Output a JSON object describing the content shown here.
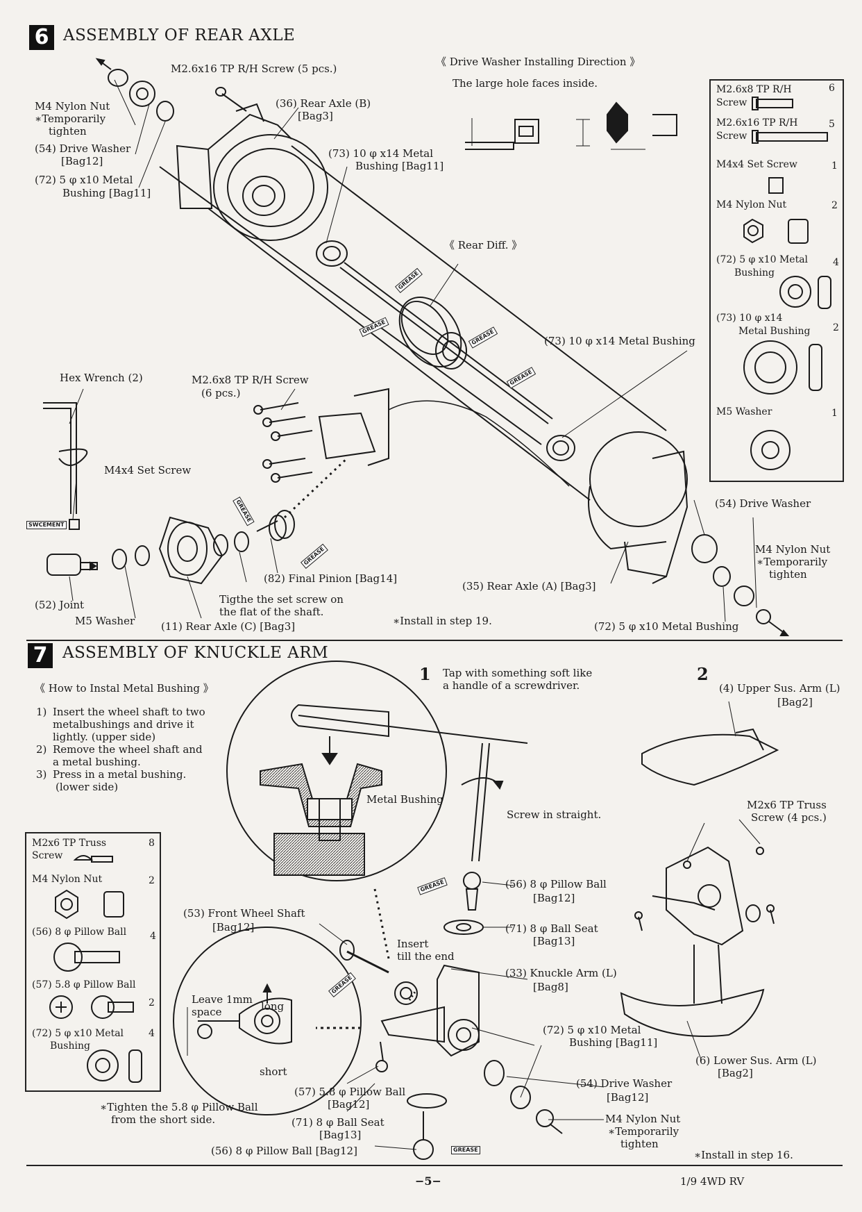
{
  "section6": {
    "number": "6",
    "title": "ASSEMBLY OF REAR AXLE",
    "direction_title": "《 Drive Washer Installing Direction 》",
    "direction_text": "The large hole faces inside.",
    "labels": {
      "m26x16": "M2.6x16 TP R/H Screw (5 pcs.)",
      "m4nut_1": "M4 Nylon Nut",
      "m4nut_2": "∗Temporarily",
      "m4nut_3": "tighten",
      "p54_1": "(54) Drive Washer",
      "p54_2": "[Bag12]",
      "p72_1": "(72) 5 φ x10 Metal",
      "p72_2": "Bushing [Bag11]",
      "p36_1": "(36) Rear Axle (B)",
      "p36_2": "[Bag3]",
      "p73a_1": "(73) 10 φ x14 Metal",
      "p73a_2": "Bushing [Bag11]",
      "rear_diff": "《 Rear Diff. 》",
      "p73b": "(73) 10 φ x14 Metal Bushing",
      "hex": "Hex Wrench (2)",
      "m26x8_1": "M2.6x8 TP R/H Screw",
      "m26x8_2": "(6 pcs.)",
      "setscrew": "M4x4 Set Screw",
      "p52": "(52) Joint",
      "m5washer": "M5 Washer",
      "p11": "(11) Rear Axle (C) [Bag3]",
      "p82": "(82) Final Pinion [Bag14]",
      "tighten_1": "Tigthe the set screw on",
      "tighten_2": "the flat of the shaft.",
      "p35": "(35) Rear Axle (A) [Bag3]",
      "install": "∗Install in step 19.",
      "p54b": "(54) Drive Washer",
      "m4nutb_1": "M4 Nylon Nut",
      "m4nutb_2": "∗Temporarily",
      "m4nutb_3": "tighten",
      "p72b": "(72) 5 φ x10 Metal Bushing"
    },
    "parts_box": [
      {
        "name": "M2.6x8 TP R/H",
        "name2": "Screw",
        "qty": "6"
      },
      {
        "name": "M2.6x16 TP R/H",
        "name2": "Screw",
        "qty": "5"
      },
      {
        "name": "M4x4 Set Screw",
        "name2": "",
        "qty": "1"
      },
      {
        "name": "M4 Nylon Nut",
        "name2": "",
        "qty": "2"
      },
      {
        "name": "(72) 5 φ x10 Metal",
        "name2": "Bushing",
        "qty": "4"
      },
      {
        "name": "(73) 10 φ x14",
        "name2": "Metal Bushing",
        "qty": "2"
      },
      {
        "name": "M5 Washer",
        "name2": "",
        "qty": "1"
      }
    ],
    "badges": {
      "grease": "GREASE",
      "cement": "SWCEMENT"
    }
  },
  "section7": {
    "number": "7",
    "title": "ASSEMBLY OF KNUCKLE ARM",
    "howto_title": "《 How to Instal Metal Bushing 》",
    "steps": [
      {
        "n": "1)",
        "lines": [
          "Insert the wheel shaft to two",
          "metalbushings and drive it",
          "lightly. (upper side)"
        ]
      },
      {
        "n": "2)",
        "lines": [
          "Remove the wheel shaft and",
          "a metal bushing."
        ]
      },
      {
        "n": "3)",
        "lines": [
          "Press in a metal bushing.",
          "(lower side)"
        ]
      }
    ],
    "step1_num": "1",
    "step1_text_1": "Tap with something soft like",
    "step1_text_2": "a handle of a screwdriver.",
    "step2_num": "2",
    "labels": {
      "metal_bushing": "Metal Bushing",
      "screw_straight": "Screw in straight.",
      "p53_1": "(53) Front Wheel Shaft",
      "p53_2": "[Bag12]",
      "insert_1": "Insert",
      "insert_2": "till the end",
      "p56a_1": "(56) 8 φ Pillow Ball",
      "p56a_2": "[Bag12]",
      "p71a_1": "(71) 8 φ Ball Seat",
      "p71a_2": "[Bag13]",
      "p33_1": "(33) Knuckle Arm (L)",
      "p33_2": "[Bag8]",
      "p72_1": "(72) 5 φ x10 Metal",
      "p72_2": "Bushing [Bag11]",
      "leave_1": "Leave 1mm",
      "leave_2": "space",
      "long": "long",
      "short": "short",
      "tighten58_1": "∗Tighten the 5.8 φ Pillow Ball",
      "tighten58_2": "from the short side.",
      "p57_1": "(57) 5.8 φ Pillow Ball",
      "p57_2": "[Bag12]",
      "p71b_1": "(71) 8 φ Ball Seat",
      "p71b_2": "[Bag13]",
      "p56b": "(56) 8 φ Pillow Ball [Bag12]",
      "p54_1": "(54) Drive Washer",
      "p54_2": "[Bag12]",
      "m4nut_1": "M4 Nylon Nut",
      "m4nut_2": "∗Temporarily",
      "m4nut_3": "tighten",
      "p4_1": "(4) Upper Sus. Arm (L)",
      "p4_2": "[Bag2]",
      "m2x6_1": "M2x6 TP Truss",
      "m2x6_2": "Screw (4 pcs.)",
      "p6_1": "(6) Lower Sus. Arm (L)",
      "p6_2": "[Bag2]",
      "install": "∗Install in step 16."
    },
    "parts_box": [
      {
        "name": "M2x6 TP Truss",
        "name2": "Screw",
        "qty": "8"
      },
      {
        "name": "M4 Nylon Nut",
        "name2": "",
        "qty": "2"
      },
      {
        "name": "(56) 8 φ Pillow Ball",
        "name2": "",
        "qty": "4"
      },
      {
        "name": "(57) 5.8 φ Pillow Ball",
        "name2": "",
        "qty": "2"
      },
      {
        "name": "(72) 5 φ x10 Metal",
        "name2": "Bushing",
        "qty": "4"
      }
    ]
  },
  "footer": {
    "page": "−5−",
    "model": "1/9 4WD RV"
  }
}
